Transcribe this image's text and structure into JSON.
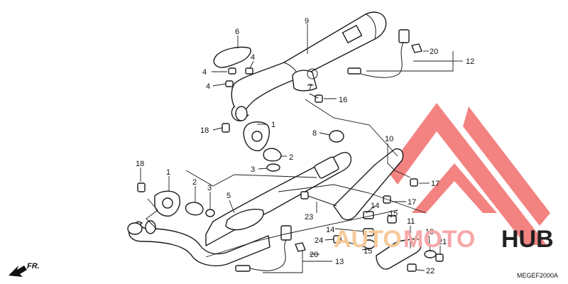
{
  "diagram": {
    "code": "MEGEF2000A",
    "fr_label": "FR.",
    "callouts": [
      {
        "id": "c9",
        "label": "9"
      },
      {
        "id": "c6",
        "label": "6"
      },
      {
        "id": "c4a",
        "label": "4"
      },
      {
        "id": "c4b",
        "label": "4"
      },
      {
        "id": "c4c",
        "label": "4"
      },
      {
        "id": "c7",
        "label": "7"
      },
      {
        "id": "c16",
        "label": "16"
      },
      {
        "id": "c20a",
        "label": "20"
      },
      {
        "id": "c12",
        "label": "12"
      },
      {
        "id": "c18a",
        "label": "18"
      },
      {
        "id": "c1a",
        "label": "1"
      },
      {
        "id": "c8",
        "label": "8"
      },
      {
        "id": "c2a",
        "label": "2"
      },
      {
        "id": "c3a",
        "label": "3"
      },
      {
        "id": "c10",
        "label": "10"
      },
      {
        "id": "c17a",
        "label": "17"
      },
      {
        "id": "c17b",
        "label": "17"
      },
      {
        "id": "c18b",
        "label": "18"
      },
      {
        "id": "c1b",
        "label": "1"
      },
      {
        "id": "c2b",
        "label": "2"
      },
      {
        "id": "c3b",
        "label": "3"
      },
      {
        "id": "c5",
        "label": "5"
      },
      {
        "id": "c14a",
        "label": "14"
      },
      {
        "id": "c23",
        "label": "23"
      },
      {
        "id": "c15a",
        "label": "15"
      },
      {
        "id": "c11",
        "label": "11"
      },
      {
        "id": "c14b",
        "label": "14"
      },
      {
        "id": "c24",
        "label": "24"
      },
      {
        "id": "c15b",
        "label": "15"
      },
      {
        "id": "c19",
        "label": "19"
      },
      {
        "id": "c21",
        "label": "21"
      },
      {
        "id": "c20b",
        "label": "20"
      },
      {
        "id": "c13",
        "label": "13"
      },
      {
        "id": "c22",
        "label": "22"
      }
    ]
  },
  "watermark": {
    "word1": "AUTO",
    "word2": "MOTO",
    "word3": "HUB",
    "color_word1": "#f7c99a",
    "color_word2": "#f5a8a8",
    "color_word3": "#222222",
    "color_logo": "#ef5350"
  }
}
